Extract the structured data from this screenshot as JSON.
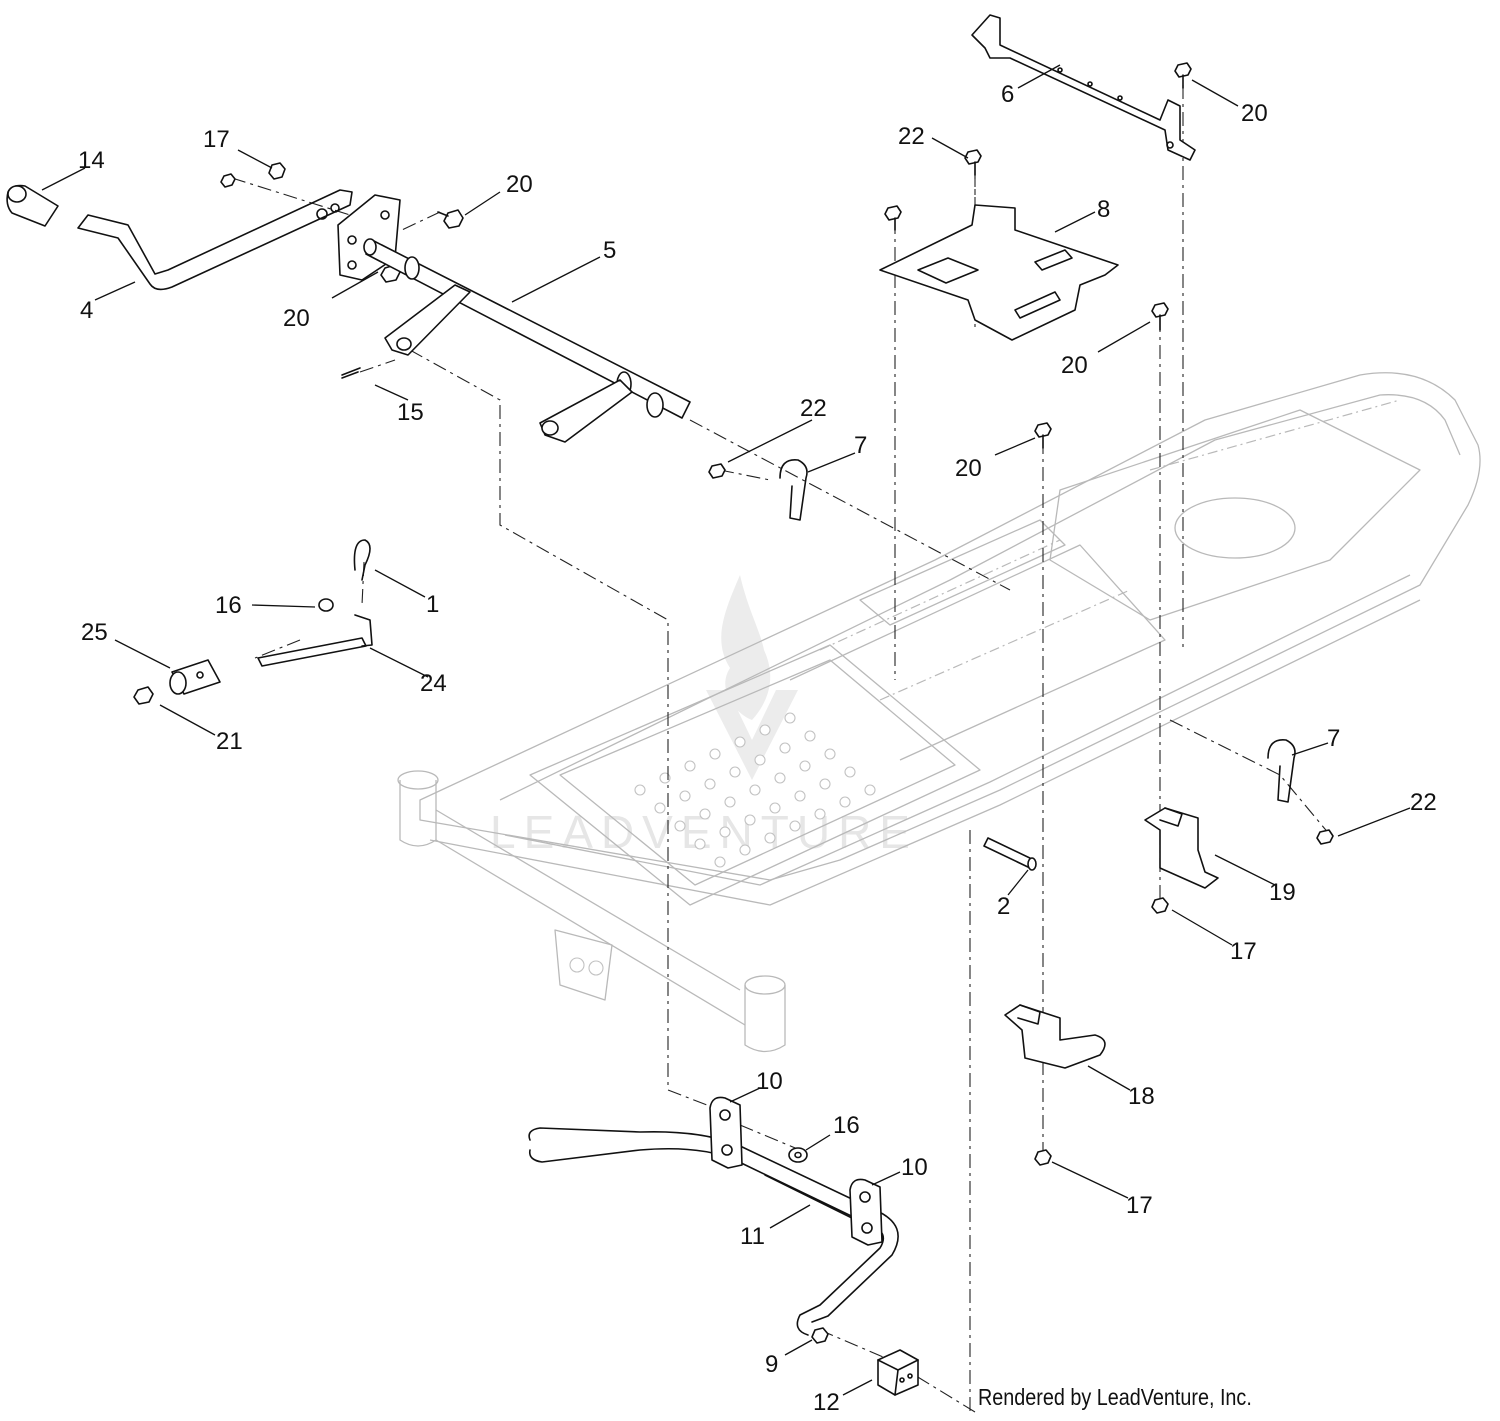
{
  "watermark": "LEADVENTURE",
  "credit": "Rendered by LeadVenture, Inc.",
  "colors": {
    "line": "#111111",
    "frame": "#b9b9b9",
    "watermark": "#e6e6e6"
  },
  "callouts": [
    {
      "id": "c14",
      "label": "14"
    },
    {
      "id": "c17a",
      "label": "17"
    },
    {
      "id": "c20a",
      "label": "20"
    },
    {
      "id": "c4",
      "label": "4"
    },
    {
      "id": "c20b",
      "label": "20"
    },
    {
      "id": "c5",
      "label": "5"
    },
    {
      "id": "c15",
      "label": "15"
    },
    {
      "id": "c6",
      "label": "6"
    },
    {
      "id": "c20c",
      "label": "20"
    },
    {
      "id": "c22a",
      "label": "22"
    },
    {
      "id": "c8",
      "label": "8"
    },
    {
      "id": "c20d",
      "label": "20"
    },
    {
      "id": "c22b",
      "label": "22"
    },
    {
      "id": "c7a",
      "label": "7"
    },
    {
      "id": "c20e",
      "label": "20"
    },
    {
      "id": "c1",
      "label": "1"
    },
    {
      "id": "c16a",
      "label": "16"
    },
    {
      "id": "c25",
      "label": "25"
    },
    {
      "id": "c24",
      "label": "24"
    },
    {
      "id": "c21",
      "label": "21"
    },
    {
      "id": "c7b",
      "label": "7"
    },
    {
      "id": "c22c",
      "label": "22"
    },
    {
      "id": "c2",
      "label": "2"
    },
    {
      "id": "c19",
      "label": "19"
    },
    {
      "id": "c17b",
      "label": "17"
    },
    {
      "id": "c18",
      "label": "18"
    },
    {
      "id": "c10a",
      "label": "10"
    },
    {
      "id": "c16b",
      "label": "16"
    },
    {
      "id": "c10b",
      "label": "10"
    },
    {
      "id": "c11",
      "label": "11"
    },
    {
      "id": "c17c",
      "label": "17"
    },
    {
      "id": "c9",
      "label": "9"
    },
    {
      "id": "c12",
      "label": "12"
    }
  ]
}
